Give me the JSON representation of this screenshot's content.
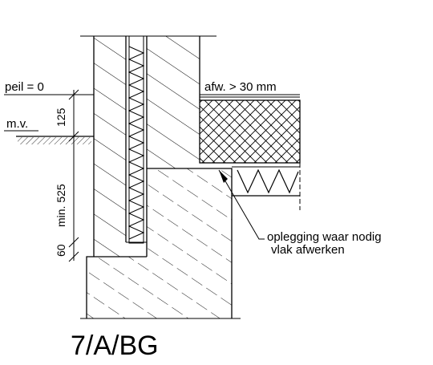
{
  "labels": {
    "peil": "peil = 0",
    "mv": "m.v.",
    "afw": "afw. > 30 mm",
    "dim_125": "125",
    "dim_525": "min. 525",
    "dim_60": "60",
    "note_line1": "oplegging waar nodig",
    "note_line2": "vlak afwerken",
    "code": "7/A/BG"
  }
}
